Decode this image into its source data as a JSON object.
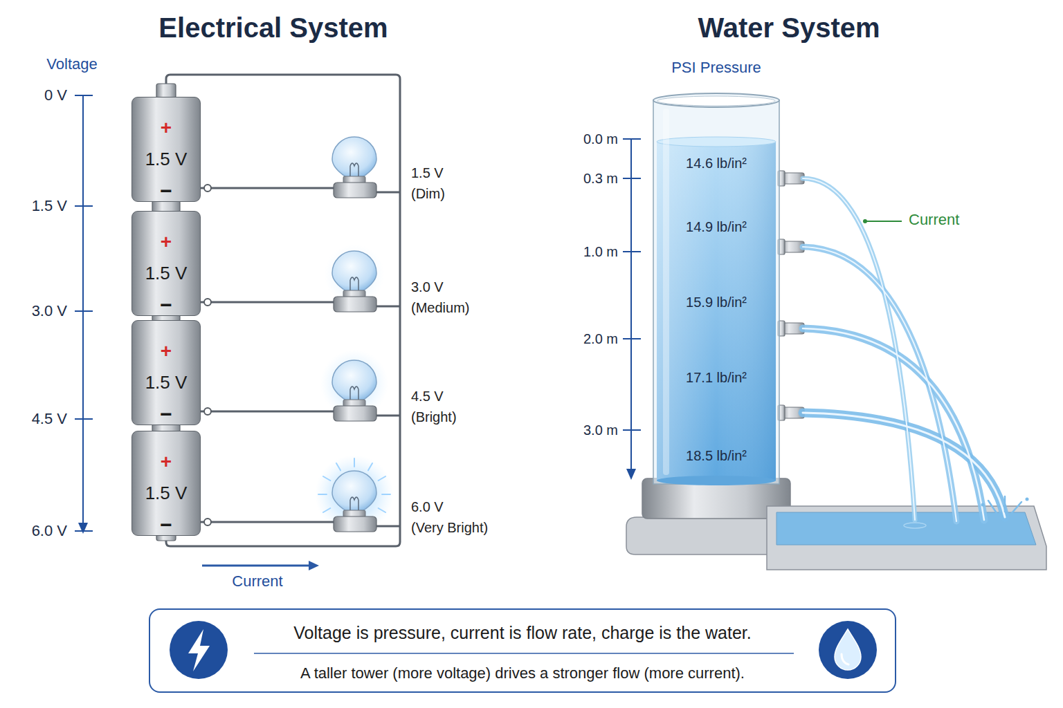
{
  "diagram": {
    "nodes": [
      {
        "text": [
          "+",
          "1.5 V",
          "−"
        ]
      },
      {
        "text": [
          "+",
          "1.5 V",
          "−"
        ]
      },
      {
        "text": [
          "+",
          "1.5 V",
          "−"
        ]
      },
      {
        "text": [
          "+",
          "1.5 V",
          "−"
        ]
      },
      {
        "text": [
          "1.5 V",
          "(Dim)"
        ]
      },
      {
        "text": [
          "3.0 V",
          "(Medium)"
        ]
      },
      {
        "text": [
          "4.5 V",
          "(Bright)"
        ]
      },
      {
        "text": [
          "6.0 V",
          "(Very Bright)"
        ]
      },
      {
        "text": [
          "PSI Pressure",
          "14.6 lb/in²",
          "14.9 lb/in²",
          "15.9 lb/in²",
          "17.1 lb/in²",
          "18.5 lb/in²"
        ]
      },
      {
        "text": [
          "Voltage is pressure, current is flow rate, charge is the water.",
          "A taller tower (more voltage) drives a stronger flow (more current)."
        ]
      }
    ],
    "edges": [
      {
        "from": 0,
        "to": 4,
        "arrow": "none"
      },
      {
        "from": 1,
        "to": 5,
        "arrow": "none"
      },
      {
        "from": 2,
        "to": 6,
        "arrow": "none"
      },
      {
        "from": 3,
        "to": 7,
        "arrow": "none"
      }
    ],
    "labels": [
      "Electrical System",
      "Water System",
      "Voltage",
      "0 V",
      "1.5 V",
      "3.0 V",
      "4.5 V",
      "6.0 V",
      "Current",
      "0.0 m",
      "0.3 m",
      "1.0 m",
      "2.0 m",
      "3.0 m",
      "Current"
    ]
  }
}
